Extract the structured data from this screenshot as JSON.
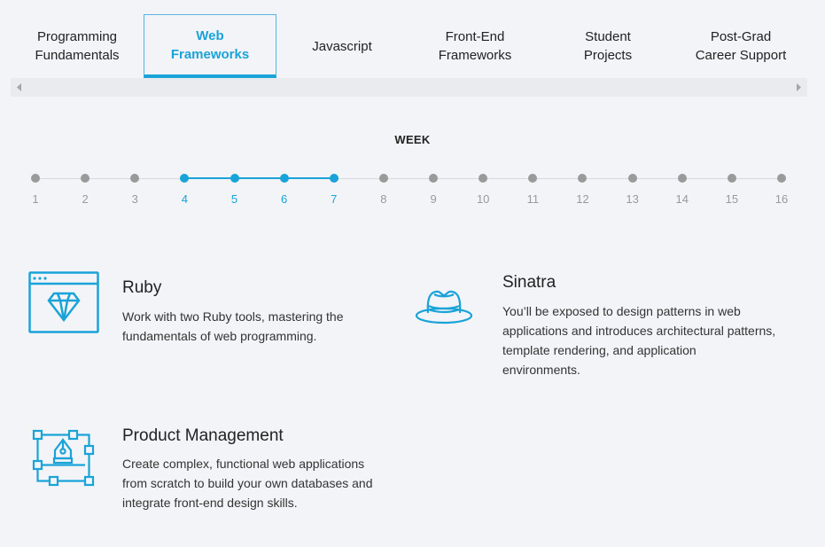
{
  "tabs": [
    {
      "label": "Programming\nFundamentals",
      "active": false
    },
    {
      "label": "Web\nFrameworks",
      "active": true
    },
    {
      "label": "Javascript",
      "active": false
    },
    {
      "label": "Front-End\nFrameworks",
      "active": false
    },
    {
      "label": "Student\nProjects",
      "active": false
    },
    {
      "label": "Post-Grad\nCareer Support",
      "active": false
    }
  ],
  "week": {
    "label": "WEEK",
    "numbers": [
      "1",
      "2",
      "3",
      "4",
      "5",
      "6",
      "7",
      "8",
      "9",
      "10",
      "11",
      "12",
      "13",
      "14",
      "15",
      "16"
    ],
    "active_range": [
      4,
      7
    ]
  },
  "courses": {
    "ruby": {
      "title": "Ruby",
      "desc": "Work with two Ruby tools, mastering the fundamentals of web programming."
    },
    "sinatra": {
      "title": "Sinatra",
      "desc": "You’ll be exposed to design patterns in web applications and introduces architectural patterns, template rendering, and application environments."
    },
    "product": {
      "title": "Product Management",
      "desc": "Create complex, functional web applications from scratch to build your own databases and integrate front-end design skills."
    }
  },
  "colors": {
    "accent": "#1aa3d8",
    "inactive_dot": "#9a9a9a",
    "background": "#f2f4f7"
  },
  "icons": {
    "ruby": "diamond-browser-icon",
    "sinatra": "fedora-hat-icon",
    "product": "pen-tool-nodes-icon"
  }
}
